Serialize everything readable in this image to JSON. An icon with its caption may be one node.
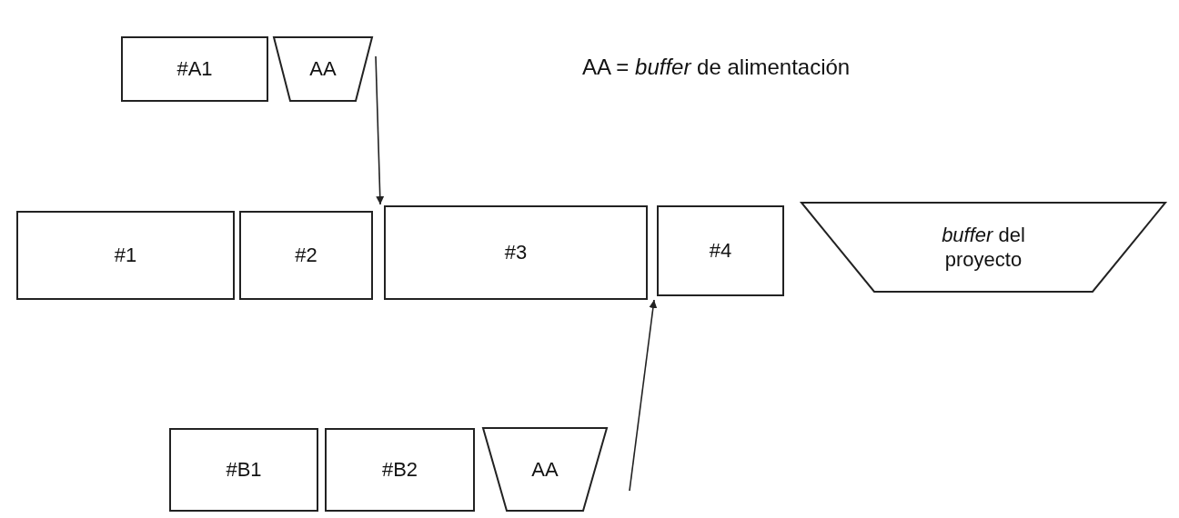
{
  "diagram": {
    "nodes": [
      {
        "text": [
          "#A1"
        ]
      },
      {
        "text": [
          "AA"
        ]
      },
      {
        "text": [
          "#1"
        ]
      },
      {
        "text": [
          "#2"
        ]
      },
      {
        "text": [
          "#3"
        ]
      },
      {
        "text": [
          "#4"
        ]
      },
      {
        "text": [
          "*buffer* del proyecto"
        ]
      },
      {
        "text": [
          "#B1"
        ]
      },
      {
        "text": [
          "#B2"
        ]
      },
      {
        "text": [
          "AA"
        ]
      }
    ],
    "edges": [
      {
        "from": 1,
        "to": 4,
        "arrow": "to"
      },
      {
        "from": 9,
        "to": 5,
        "arrow": "to"
      }
    ],
    "labels": [
      "AA = *buffer* de alimentación"
    ]
  }
}
